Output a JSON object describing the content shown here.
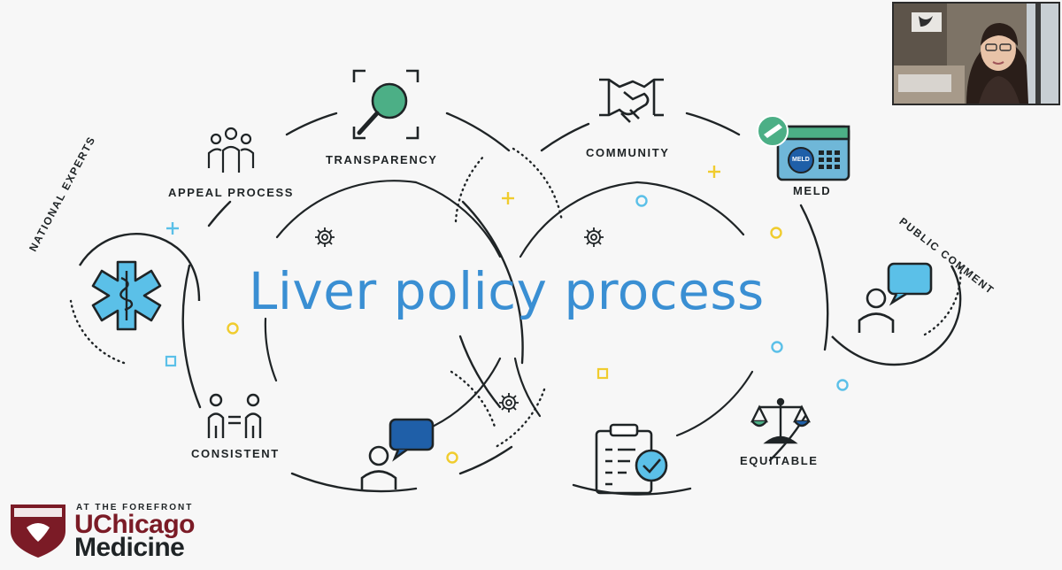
{
  "slide": {
    "title": "Liver policy process",
    "labels": {
      "national_experts": "NATIONAL EXPERTS",
      "appeal_process": "APPEAL PROCESS",
      "transparency": "TRANSPARENCY",
      "community": "COMMUNITY",
      "meld": "MELD",
      "public_comment": "PUBLIC COMMENT",
      "consistent": "CONSISTENT",
      "equitable": "EQUITABLE"
    },
    "meld_card_text": "MELD",
    "colors": {
      "title_blue": "#3a8fd3",
      "icon_green": "#4caf86",
      "icon_light_blue": "#5bc0e8",
      "icon_navy": "#1f5fa8",
      "accent_yellow": "#f0cc2e",
      "line_dark": "#1f2426",
      "uchicago_maroon": "#7b1b26"
    }
  },
  "logo": {
    "tagline": "AT THE FOREFRONT",
    "name_line1": "UChicago",
    "name_line2": "Medicine"
  },
  "webcam": {
    "description_icon": "presenter-video-thumbnail"
  }
}
